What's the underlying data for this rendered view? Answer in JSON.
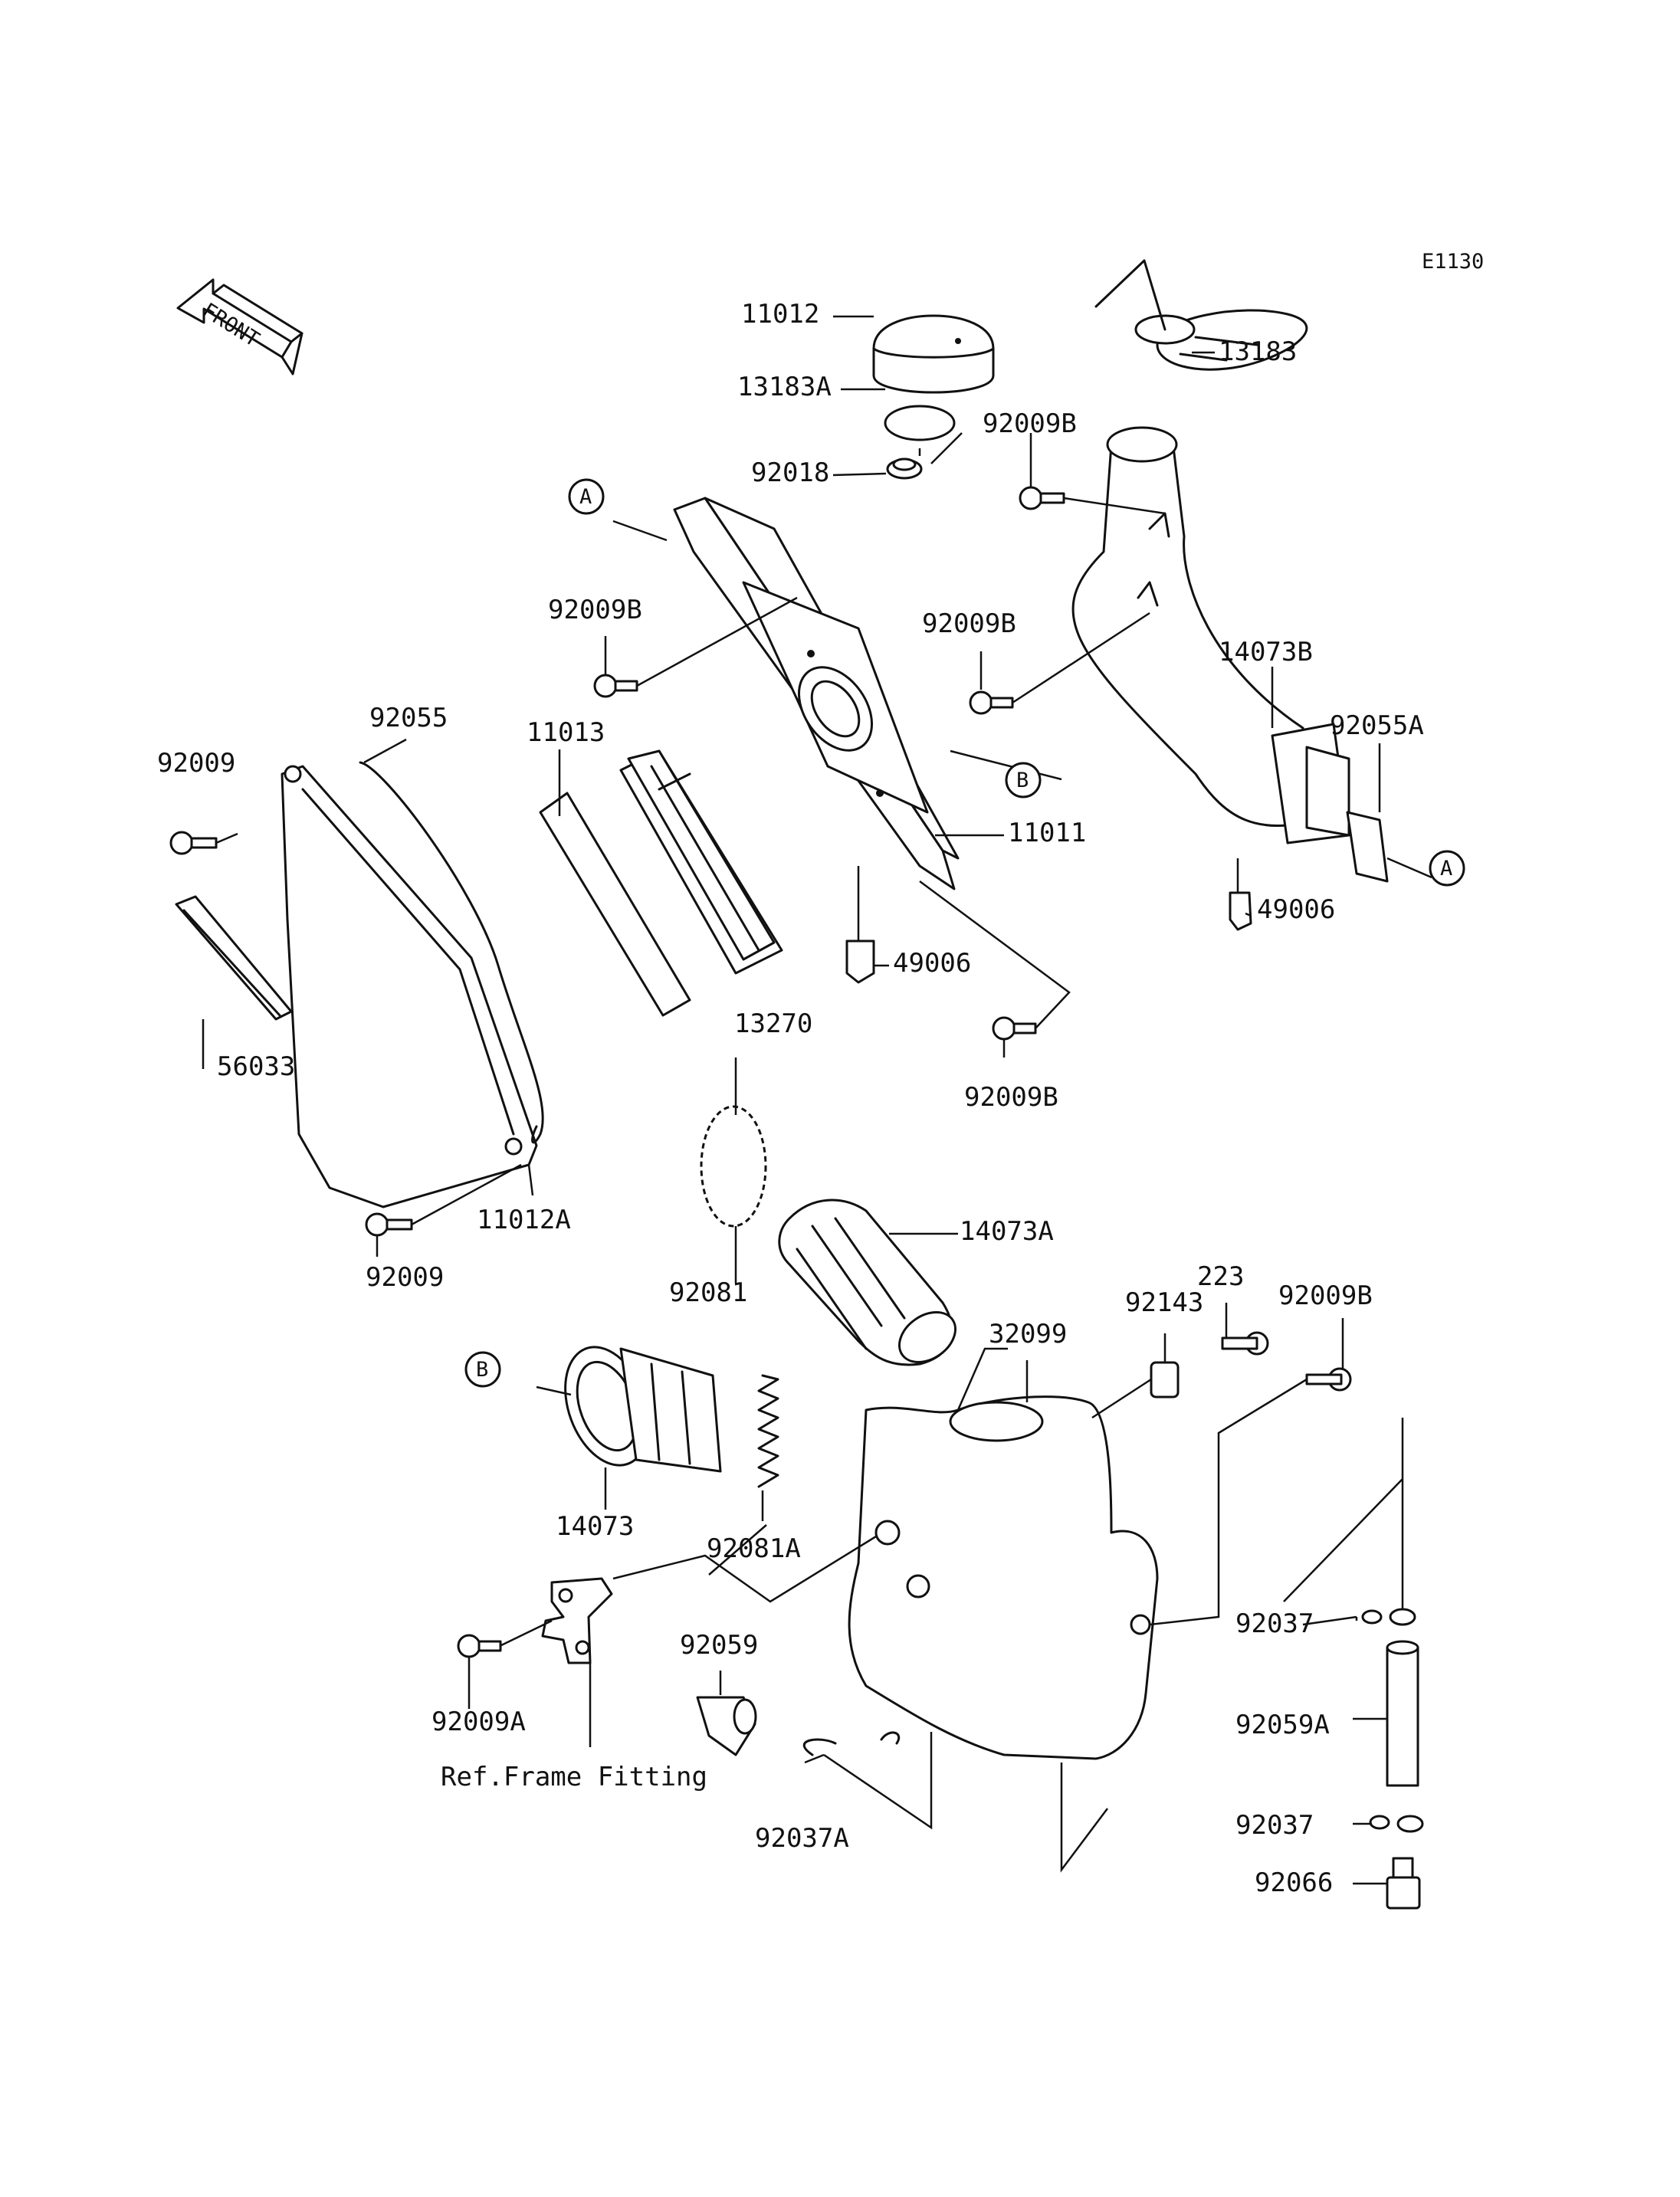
{
  "diagram_code": "E1130",
  "front_indicator": "FRONT",
  "reference_note": "Ref.Frame Fitting",
  "callouts": [
    "A",
    "B"
  ],
  "part_numbers": {
    "p11012": "11012",
    "p13183a": "13183A",
    "p92018": "92018",
    "p13183": "13183",
    "p92009b_top": "92009B",
    "p92009b_left": "92009B",
    "p92009b_mid": "92009B",
    "p14073b": "14073B",
    "p92055a": "92055A",
    "p92055": "92055",
    "p11013": "11013",
    "p92009_top": "92009",
    "p11011": "11011",
    "p49006_right": "49006",
    "p49006_center": "49006",
    "p56033": "56033",
    "p13270": "13270",
    "p92009b_lower": "92009B",
    "p14073a": "14073A",
    "p11012a": "11012A",
    "p92009_bottom": "92009",
    "p92081": "92081",
    "p223": "223",
    "p92143": "92143",
    "p92009b_right": "92009B",
    "p32099": "32099",
    "p14073": "14073",
    "p92081a": "92081A",
    "p92037_top": "92037",
    "p92059": "92059",
    "p92059a": "92059A",
    "p92009a": "92009A",
    "p92037_bottom": "92037",
    "p92037a": "92037A",
    "p92066": "92066"
  }
}
